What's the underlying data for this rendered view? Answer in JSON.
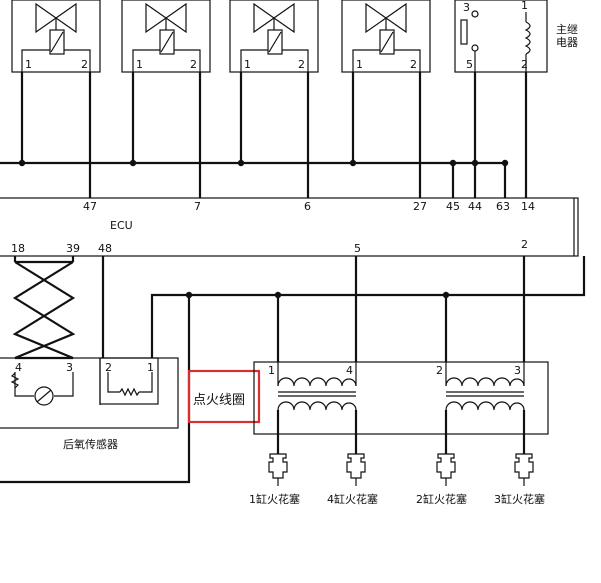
{
  "ecu": {
    "label": "ECU",
    "top_pins": [
      "47",
      "7",
      "6",
      "27",
      "45",
      "44",
      "63",
      "14"
    ],
    "bottom_pins": [
      "18",
      "39",
      "48",
      "5",
      "2"
    ]
  },
  "injectors": {
    "pins": [
      {
        "left": "1",
        "right": "2"
      },
      {
        "left": "1",
        "right": "2"
      },
      {
        "left": "1",
        "right": "2"
      },
      {
        "left": "1",
        "right": "2"
      }
    ]
  },
  "main_relay": {
    "label_line1": "主继",
    "label_line2": "电器",
    "pin_top_left": "3",
    "pin_top_right": "1",
    "pin_bottom_left": "5",
    "pin_bottom_right": "2"
  },
  "o2_sensor": {
    "label": "后氧传感器",
    "heater_pins": [
      "4",
      "3"
    ],
    "signal_pins": [
      "2",
      "1"
    ]
  },
  "ignition_coil": {
    "label": "点火线圈",
    "pins": [
      "1",
      "4",
      "2",
      "3"
    ]
  },
  "spark_plugs": [
    "1缸火花塞",
    "4缸火花塞",
    "2缸火花塞",
    "3缸火花塞"
  ],
  "colors": {
    "line": "#111111",
    "highlight_box": "#d83030",
    "background": "#ffffff"
  }
}
